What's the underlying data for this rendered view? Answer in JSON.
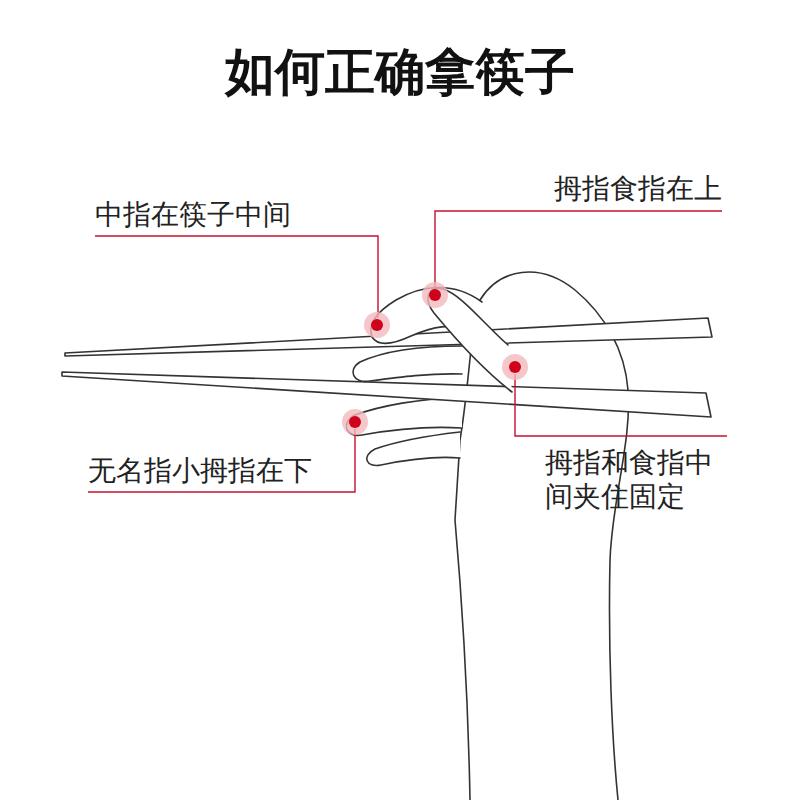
{
  "diagram": {
    "title": "如何正确拿筷子",
    "labels": [
      "中指在筷子中间",
      "拇指食指在上",
      "无名指小拇指在下",
      "拇指和食指中 间夹住固定"
    ]
  }
}
